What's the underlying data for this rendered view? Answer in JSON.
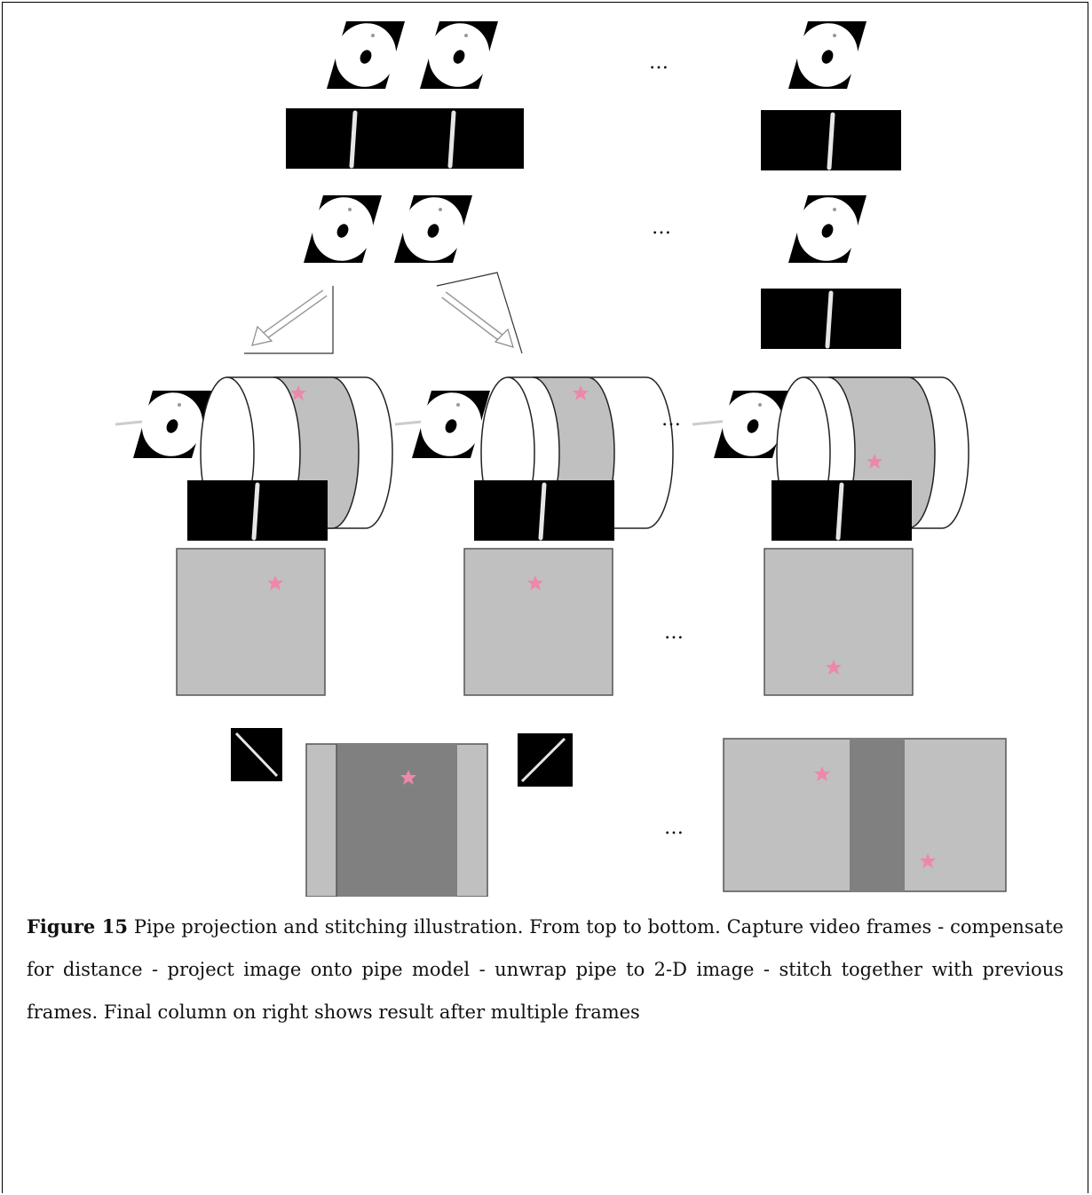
{
  "figure": {
    "caption_label": "Figure 15",
    "caption_text": " Pipe projection and stitching illustration. From top to bottom.  Capture video frames - compensate for distance - project image onto pipe model - unwrap pipe to 2-D image - stitch together with previous frames. Final column on right shows result after multiple frames",
    "ellipsis": "…"
  },
  "colors": {
    "background": "#ffffff",
    "black_panel": "#000000",
    "light_gray": "#c0c0c0",
    "dark_gray": "#808080",
    "pink_marker": "#ee88aa",
    "white_line": "#e8e8e8"
  },
  "stages": [
    "capture-video-frames",
    "compensate-for-distance",
    "project-onto-pipe-model",
    "unwrap-pipe-to-2d",
    "stitch-with-previous-frames"
  ]
}
